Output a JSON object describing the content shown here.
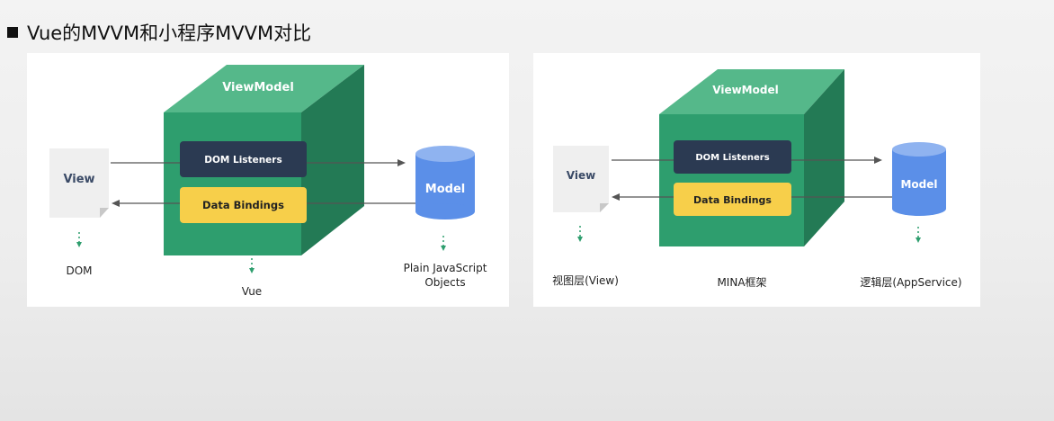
{
  "slide": {
    "title": "Vue的MVVM和小程序MVVM对比"
  },
  "vue_diagram": {
    "viewmodel_label": "ViewModel",
    "dom_listeners_label": "DOM Listeners",
    "data_bindings_label": "Data Bindings",
    "view_label": "View",
    "model_label": "Model",
    "dom_caption": "DOM",
    "center_caption": "Vue",
    "model_caption_line1": "Plain JavaScript",
    "model_caption_line2": "Objects"
  },
  "mini_diagram": {
    "viewmodel_label": "ViewModel",
    "dom_listeners_label": "DOM Listeners",
    "data_bindings_label": "Data Bindings",
    "view_label": "View",
    "model_label": "Model",
    "view_caption": "视图层(View)",
    "center_caption": "MINA框架",
    "model_caption": "逻辑层(AppService)"
  },
  "colors": {
    "cube_front": "#2e9e6e",
    "cube_top": "#55b88a",
    "cube_side": "#237a55",
    "listeners_box": "#2b3a52",
    "bindings_box": "#f7cf4a",
    "model_cylinder": "#5b8fe8",
    "view_doc": "#efefef",
    "arrow_dots": "#2e9e6e"
  }
}
